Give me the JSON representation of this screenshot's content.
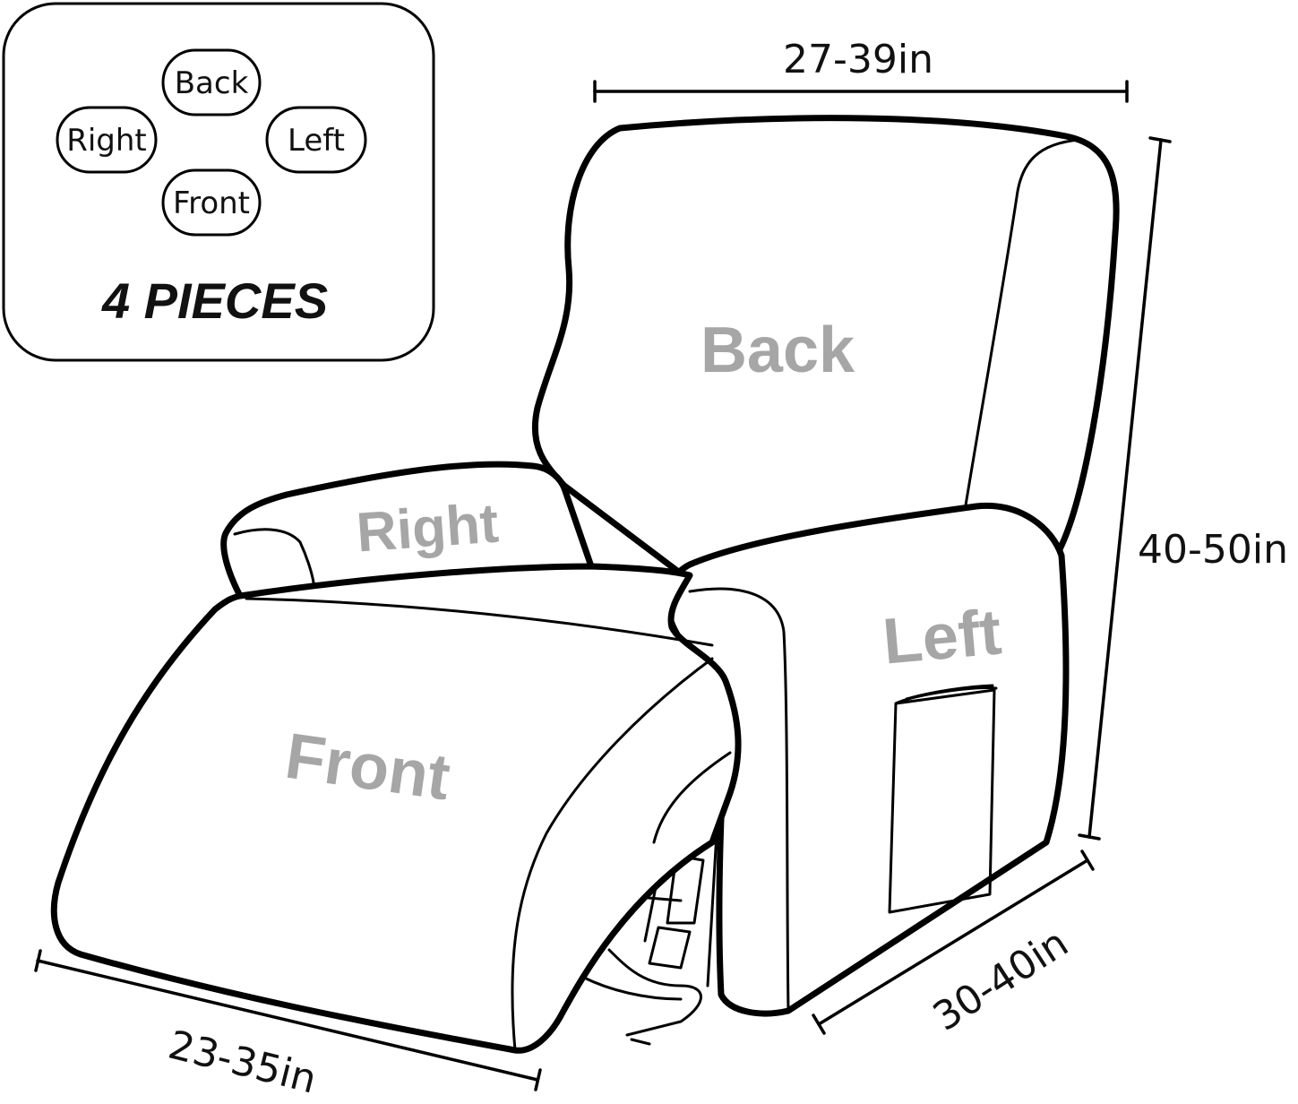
{
  "legend": {
    "pieces": [
      {
        "key": "back",
        "label": "Back"
      },
      {
        "key": "right",
        "label": "Right"
      },
      {
        "key": "left",
        "label": "Left"
      },
      {
        "key": "front",
        "label": "Front"
      }
    ],
    "count_label": "4 PIECES"
  },
  "parts": {
    "back": "Back",
    "right": "Right",
    "left": "Left",
    "front": "Front"
  },
  "dimensions": {
    "width": "27-39in",
    "height": "40-50in",
    "depth": "30-40in",
    "footrest": "23-35in"
  },
  "colors": {
    "outline": "#000000",
    "label_gray": "#a6a6a6",
    "background": "#ffffff"
  }
}
